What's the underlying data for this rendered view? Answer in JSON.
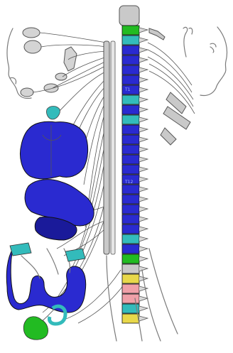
{
  "colors": {
    "organ_blue": "#2a2ad0",
    "organ_dark": "#1a1a9a",
    "cyan": "#33bbbb",
    "green": "#22bb22",
    "yellow": "#e8d84a",
    "pink": "#f0a0a8",
    "gray": "#c9c9c9"
  },
  "spine": {
    "segments": [
      {
        "color": "#22bb22"
      },
      {
        "color": "#33bbbb"
      },
      {
        "color": "#2a2ad0"
      },
      {
        "color": "#2a2ad0"
      },
      {
        "color": "#2a2ad0"
      },
      {
        "color": "#2a2ad0"
      },
      {
        "color": "#2a2ad0"
      },
      {
        "color": "#33bbbb"
      },
      {
        "color": "#2a2ad0"
      },
      {
        "color": "#33bbbb"
      },
      {
        "color": "#2a2ad0"
      },
      {
        "color": "#2a2ad0"
      },
      {
        "color": "#2a2ad0"
      },
      {
        "color": "#2a2ad0"
      },
      {
        "color": "#2a2ad0"
      },
      {
        "color": "#2a2ad0"
      },
      {
        "color": "#2a2ad0"
      },
      {
        "color": "#2a2ad0"
      },
      {
        "color": "#2a2ad0"
      },
      {
        "color": "#2a2ad0"
      },
      {
        "color": "#2a2ad0"
      },
      {
        "color": "#33bbbb"
      },
      {
        "color": "#2a2ad0"
      },
      {
        "color": "#22bb22"
      },
      {
        "color": "#c9c9c9"
      },
      {
        "color": "#e8d84a"
      },
      {
        "color": "#f0a0a8"
      },
      {
        "color": "#f0a0a8"
      },
      {
        "color": "#33bbbb"
      },
      {
        "color": "#e8d84a"
      }
    ]
  },
  "icons": [
    "head-left-outline",
    "head-right-outline",
    "eye-icon",
    "spinal-column",
    "heart-lungs",
    "stomach",
    "intestines",
    "bladder"
  ]
}
